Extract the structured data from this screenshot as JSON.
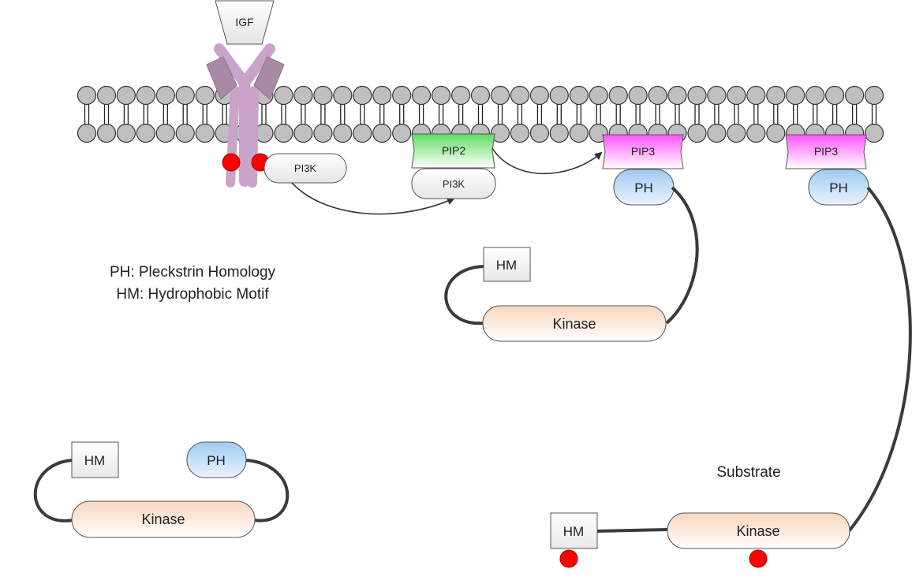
{
  "labels": {
    "igf": "IGF",
    "pi3k_receptor": "PI3K",
    "pi3k_pip2": "PI3K",
    "pip2": "PIP2",
    "pip3_a": "PIP3",
    "pip3_b": "PIP3",
    "ph_a": "PH",
    "ph_b": "PH",
    "ph_free": "PH",
    "hm_mid": "HM",
    "hm_free": "HM",
    "hm_sub": "HM",
    "kinase_mid": "Kinase",
    "kinase_free": "Kinase",
    "kinase_sub": "Kinase",
    "substrate": "Substrate"
  },
  "legend": {
    "line1": "PH: Pleckstrin Homology",
    "line2": "HM: Hydrophobic Motif"
  },
  "colors": {
    "lipid_head": "#bfbfbf",
    "receptor": "#c9a0c9",
    "phosphate": "#ff0000",
    "pip2_green": "#6ee36e",
    "pip3_pink": "#ff66ff",
    "ph_blue": "#a9d0f5",
    "kinase_peach": "#f9dcc4",
    "link_line": "#3a3a3a"
  }
}
